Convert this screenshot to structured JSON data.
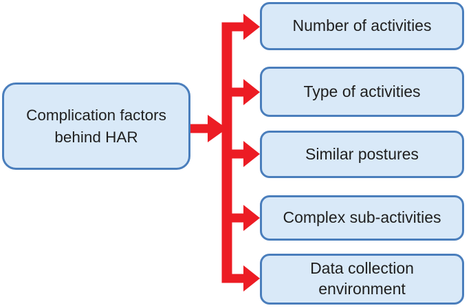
{
  "diagram": {
    "root": {
      "label": "Complication factors\nbehind HAR"
    },
    "factors": [
      {
        "label": "Number of activities"
      },
      {
        "label": "Type of activities"
      },
      {
        "label": "Similar postures"
      },
      {
        "label": "Complex sub-activities"
      },
      {
        "label": "Data collection\nenvironment"
      }
    ],
    "colors": {
      "box_fill": "#d9e9f8",
      "box_border": "#4a7ebc",
      "arrow": "#ec1c24",
      "text": "#1f1f1f",
      "background": "#ffffff"
    }
  }
}
